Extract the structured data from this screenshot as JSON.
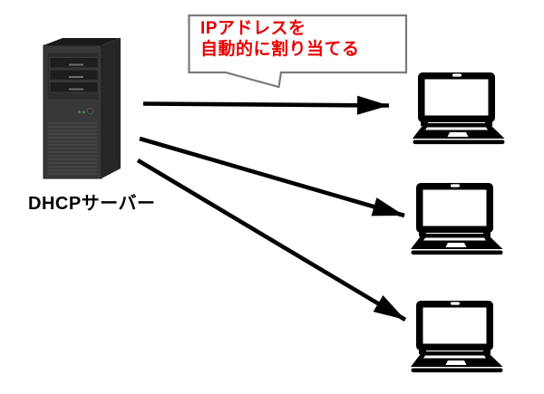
{
  "diagram": {
    "background_color": "#ffffff",
    "arrow_color": "#000000",
    "icon_color": "#000000",
    "server": {
      "id": "dhcp-server",
      "type": "tower-server",
      "label": "DHCPサーバー",
      "colors": {
        "front": "#383838",
        "side": "#262626",
        "top": "#191919"
      }
    },
    "callout": {
      "lines": [
        "IPアドレスを",
        "自動的に割り当てる"
      ],
      "text_color": "#e60000",
      "border_color": "#7a7a7a",
      "fill_color": "#ffffff"
    },
    "clients": [
      {
        "id": "client-laptop-1",
        "type": "laptop"
      },
      {
        "id": "client-laptop-2",
        "type": "laptop"
      },
      {
        "id": "client-laptop-3",
        "type": "laptop"
      }
    ],
    "arrows": [
      {
        "from": "dhcp-server",
        "to": "client-laptop-1"
      },
      {
        "from": "dhcp-server",
        "to": "client-laptop-2"
      },
      {
        "from": "dhcp-server",
        "to": "client-laptop-3"
      }
    ]
  }
}
